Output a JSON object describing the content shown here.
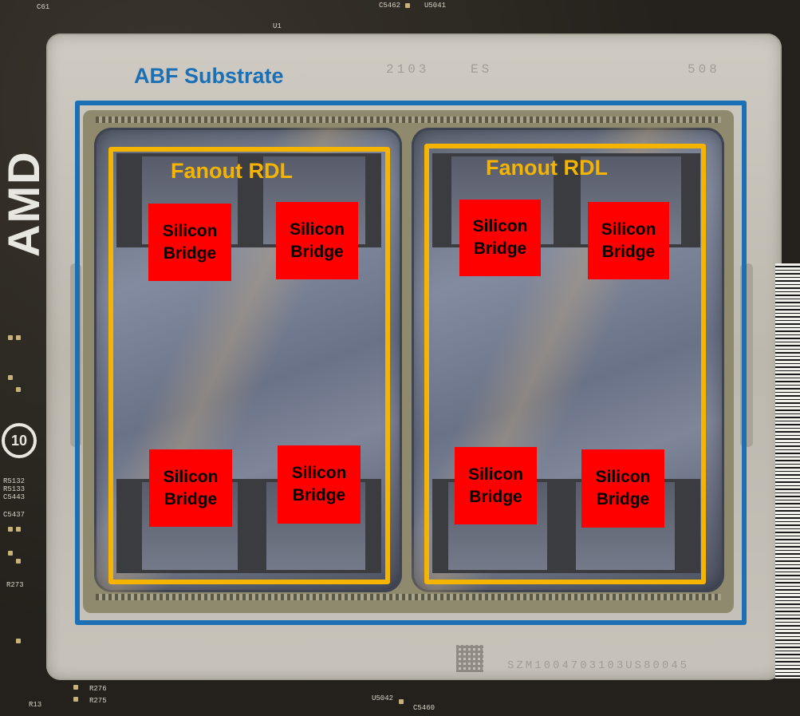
{
  "labels": {
    "abf_substrate": "ABF Substrate",
    "fanout_rdl_left": "Fanout RDL",
    "fanout_rdl_right": "Fanout RDL"
  },
  "bridges": [
    {
      "line1": "Silicon",
      "line2": "Bridge"
    },
    {
      "line1": "Silicon",
      "line2": "Bridge"
    },
    {
      "line1": "Silicon",
      "line2": "Bridge"
    },
    {
      "line1": "Silicon",
      "line2": "Bridge"
    },
    {
      "line1": "Silicon",
      "line2": "Bridge"
    },
    {
      "line1": "Silicon",
      "line2": "Bridge"
    },
    {
      "line1": "Silicon",
      "line2": "Bridge"
    },
    {
      "line1": "Silicon",
      "line2": "Bridge"
    }
  ],
  "lid_markings": {
    "top_left": "2103",
    "top_mid": "ES",
    "top_right": "508",
    "bottom_serial": "SZM1004703103US80045"
  },
  "board_markings": {
    "logo": "AMD",
    "silk_c61": "C61",
    "silk_u1": "U1",
    "silk_c5462": "C5462",
    "silk_u5041": "U5041",
    "silk_r276": "R276",
    "silk_r275": "R275",
    "silk_r13": "R13",
    "silk_u5042": "U5042",
    "silk_c5460": "C5460",
    "silk_r5132": "R5132",
    "silk_r5133": "R5133",
    "silk_c5443": "C5443",
    "silk_c5437": "C5437",
    "silk_r273": "R273",
    "ten_badge": "10"
  },
  "colors": {
    "abf_outline": "#1a6fb5",
    "rdl_outline": "#f5b400",
    "bridge_fill": "#ff0000"
  }
}
